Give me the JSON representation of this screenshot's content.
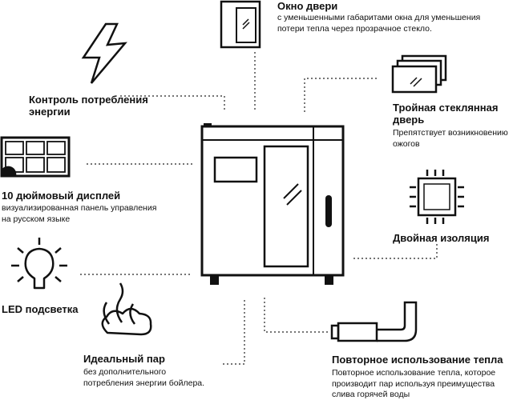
{
  "features": {
    "door_window": {
      "title": "Окно двери",
      "desc_lines": [
        "с уменьшенными габаритами окна для уменьшения",
        "потери тепла через прозрачное стекло."
      ]
    },
    "energy_control": {
      "title_lines": [
        "Контроль потребления",
        "энергии"
      ]
    },
    "triple_glass": {
      "title_lines": [
        "Тройная стеклянная",
        "дверь"
      ],
      "desc_lines": [
        "Препятствует возникновению",
        "ожогов"
      ]
    },
    "display": {
      "title": "10 дюймовый дисплей",
      "desc_lines": [
        "визуализированная панель управления",
        "на русском языке"
      ]
    },
    "double_insulation": {
      "title": "Двойная изоляция"
    },
    "led_light": {
      "title": "LED подсветка"
    },
    "ideal_steam": {
      "title": "Идеальный пар",
      "desc_lines": [
        "без дополнительного",
        "потребления энергии бойлера."
      ]
    },
    "heat_reuse": {
      "title": "Повторное использование тепла",
      "desc_lines": [
        "Повторное использование тепла, которое",
        "производит пар используя преимущества",
        "слива горячей воды"
      ]
    }
  }
}
